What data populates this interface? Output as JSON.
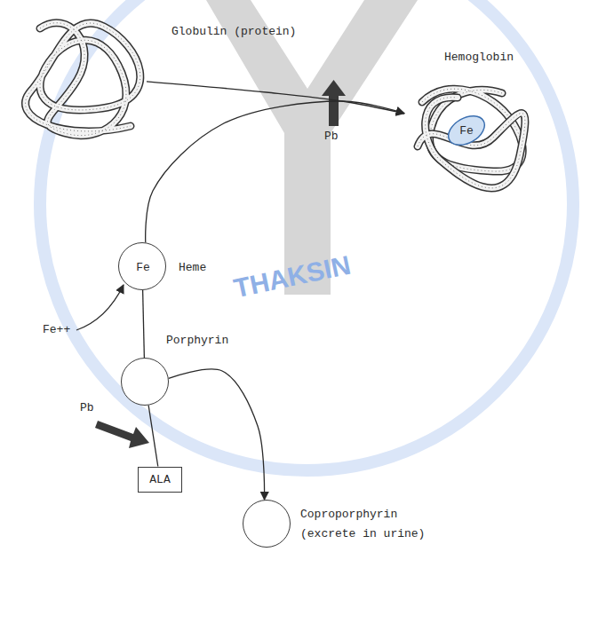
{
  "diagram": {
    "nodes": [
      {
        "text": [
          "Globulin (protein)"
        ]
      },
      {
        "text": [
          "Hemoglobin",
          "Fe"
        ]
      },
      {
        "text": [
          "Fe",
          "Heme"
        ]
      },
      {
        "text": [
          "Porphyrin"
        ]
      },
      {
        "text": [
          "ALA"
        ]
      },
      {
        "text": [
          "Coproporphyrin",
          "(excrete in urine)"
        ]
      }
    ],
    "edges": [
      {
        "from": 0,
        "to": 1,
        "arrow": "to"
      },
      {
        "from": 2,
        "to": 1,
        "arrow": "to"
      },
      {
        "from": 4,
        "to": 3,
        "arrow": "none"
      },
      {
        "from": 3,
        "to": 2,
        "arrow": "none"
      },
      {
        "from": 3,
        "to": 5,
        "arrow": "to"
      }
    ],
    "labels": [
      "Pb",
      "Pb",
      "Fe++",
      "THAKSIN"
    ]
  }
}
